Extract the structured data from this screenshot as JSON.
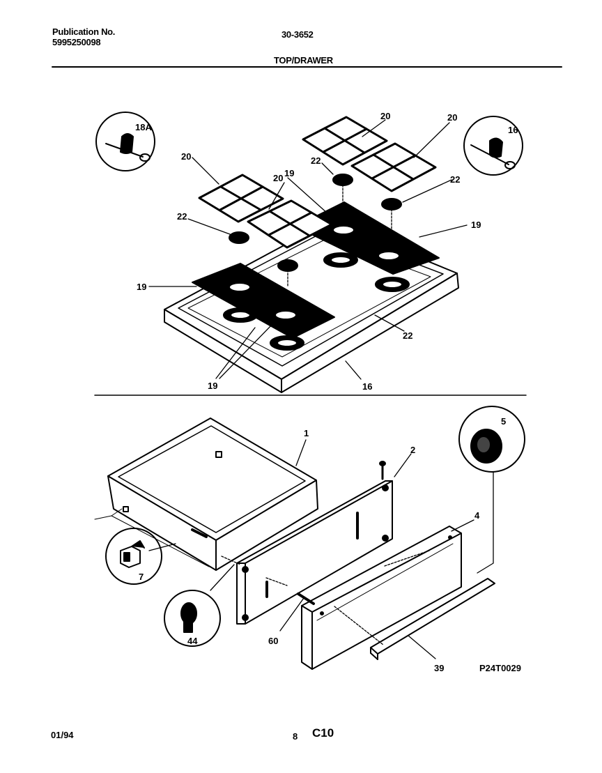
{
  "header": {
    "publication_label": "Publication No.",
    "publication_number": "5995250098",
    "model_number": "30-3652",
    "section_title": "TOP/DRAWER"
  },
  "callouts": {
    "c1": "1",
    "c2": "2",
    "c4": "4",
    "c5": "5",
    "c7": "7",
    "c16": "16",
    "c16b": "16",
    "c18a": "18A",
    "c19a": "19",
    "c19b": "19",
    "c19c": "19",
    "c19d": "19",
    "c20a": "20",
    "c20b": "20",
    "c20c": "20",
    "c20d": "20",
    "c22a": "22",
    "c22b": "22",
    "c22c": "22",
    "c22d": "22",
    "c39": "39",
    "c44": "44",
    "c60": "60"
  },
  "figure_code": "P24T0029",
  "footer": {
    "date": "01/94",
    "page_small": "8",
    "page_code": "C10"
  }
}
